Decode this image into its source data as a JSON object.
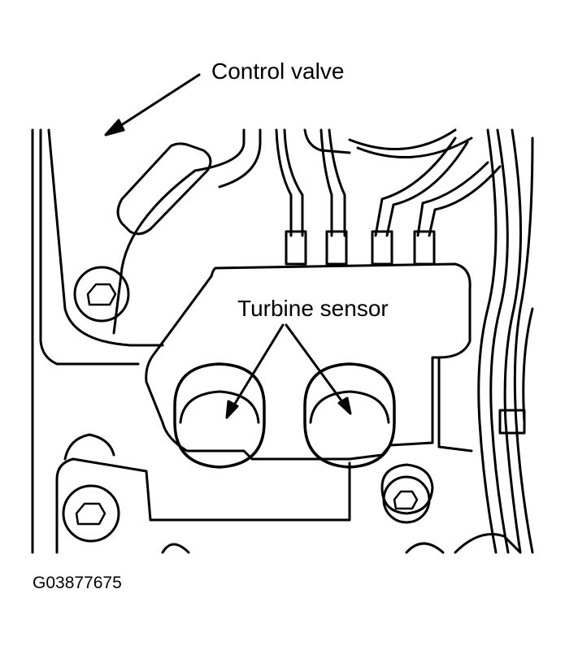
{
  "labels": {
    "control_valve": "Control valve",
    "turbine_sensor": "Turbine sensor",
    "figure_id": "G03877675"
  },
  "colors": {
    "line": "#000000",
    "background": "#ffffff"
  }
}
